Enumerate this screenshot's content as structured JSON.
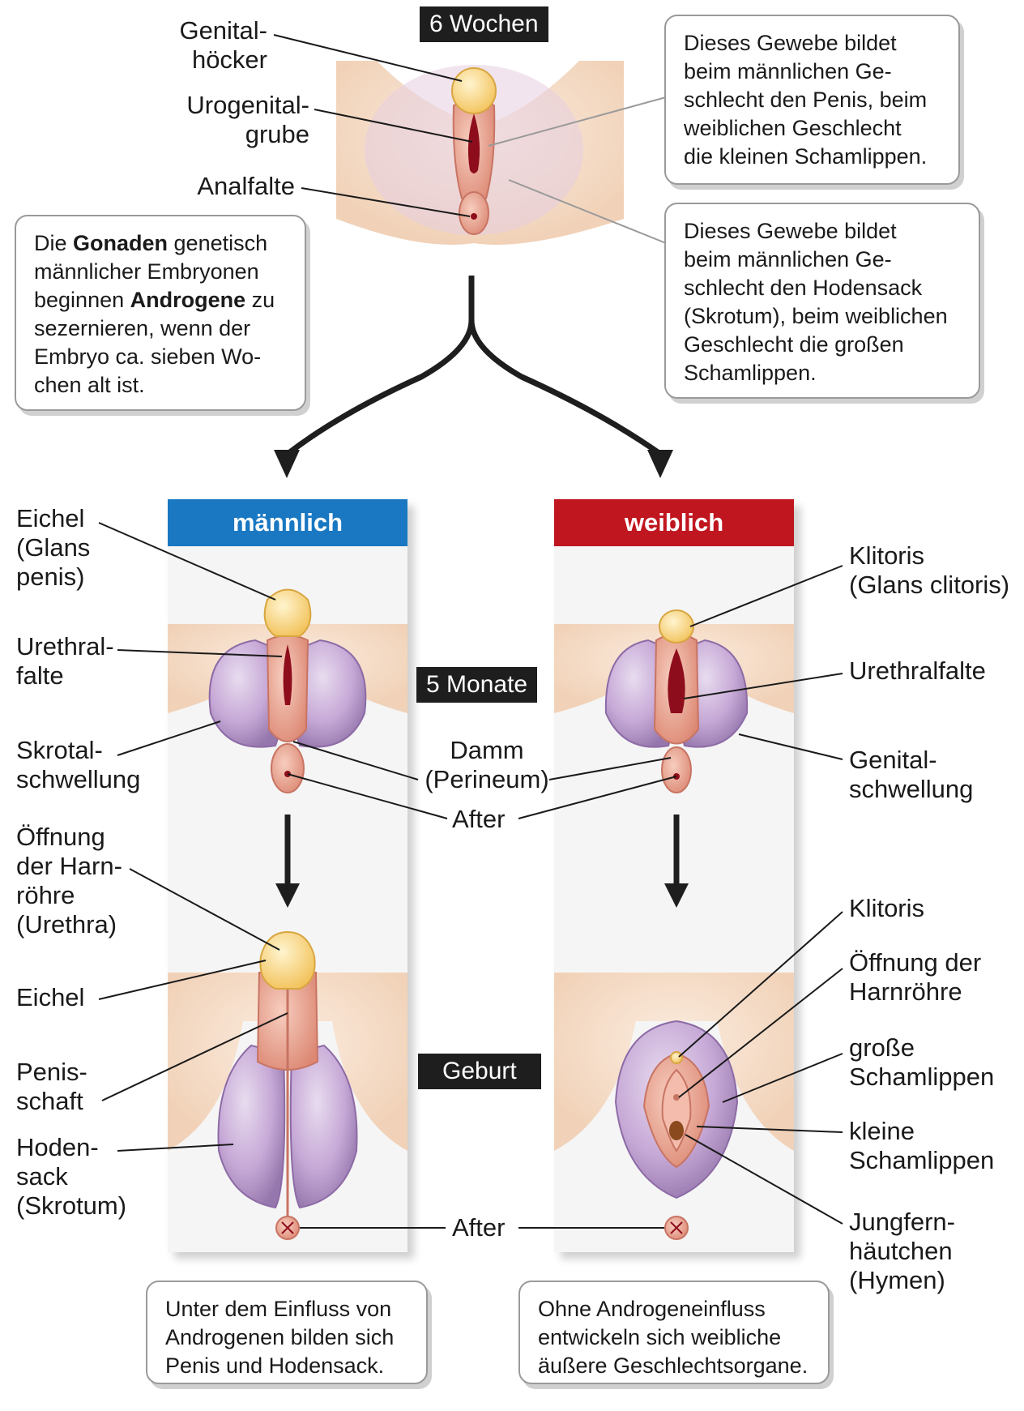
{
  "top": {
    "stage_label": "6 Wochen",
    "labels": {
      "genital_tubercle": "Genital-\nhöcker",
      "urogenital_groove": "Urogenital-\ngrube",
      "anal_fold": "Analfalte"
    },
    "callout_gonads": {
      "part1": "Die ",
      "bold1": "Gonaden",
      "part2": " genetisch\nmännlicher Embryonen\nbeginnen ",
      "bold2": "Androgene",
      "part3": " zu\nsezernieren, wenn der\nEmbryo ca. sieben Wo-\nchen alt ist."
    },
    "callout_penis": "Dieses Gewebe bildet\nbeim männlichen Ge-\nschlecht den Penis, beim\nweiblichen Geschlecht\ndie kleinen Schamlippen.",
    "callout_scrotum": "Dieses Gewebe bildet\nbeim männlichen Ge-\nschlecht den Hodensack\n(Skrotum), beim weiblichen\nGeschlecht die großen\nSchamlippen."
  },
  "male": {
    "header": "männlich",
    "header_color": "#1a78c2",
    "labels_5m": {
      "glans": "Eichel\n(Glans\npenis)",
      "urethral_fold": "Urethral-\nfalte",
      "scrotal_swelling": "Skrotal-\nschwellung"
    },
    "labels_birth": {
      "urethra_opening": "Öffnung\nder Harn-\nröhre\n(Urethra)",
      "glans": "Eichel",
      "shaft": "Penis-\nschaft",
      "scrotum": "Hoden-\nsack\n(Skrotum)"
    },
    "caption": "Unter dem Einfluss von\nAndrogenen bilden sich\nPenis und Hodensack."
  },
  "female": {
    "header": "weiblich",
    "header_color": "#c0161f",
    "labels_5m": {
      "clitoris": "Klitoris\n(Glans clitoris)",
      "urethral_fold": "Urethralfalte",
      "genital_swelling": "Genital-\nschwellung"
    },
    "labels_birth": {
      "clitoris": "Klitoris",
      "urethra_opening": "Öffnung der\nHarnröhre",
      "labia_majora": "große\nSchamlippen",
      "labia_minora": "kleine\nSchamlippen",
      "hymen": "Jungfern-\nhäutchen\n(Hymen)"
    },
    "caption": "Ohne Androgeneinfluss\nentwickeln sich weibliche\näußere Geschlechtsorgane."
  },
  "center": {
    "stage_5m": "5 Monate",
    "stage_birth": "Geburt",
    "perineum": "Damm\n(Perineum)",
    "anus_5m": "After",
    "anus_birth": "After"
  },
  "colors": {
    "skin": "#f7e0cc",
    "pink": "#eba291",
    "pink_dark": "#d27b6b",
    "purple": "#c7a6d4",
    "purple_dark": "#8d6ba6",
    "yellow": "#fbde8d",
    "cleft": "#8e0d1c"
  }
}
